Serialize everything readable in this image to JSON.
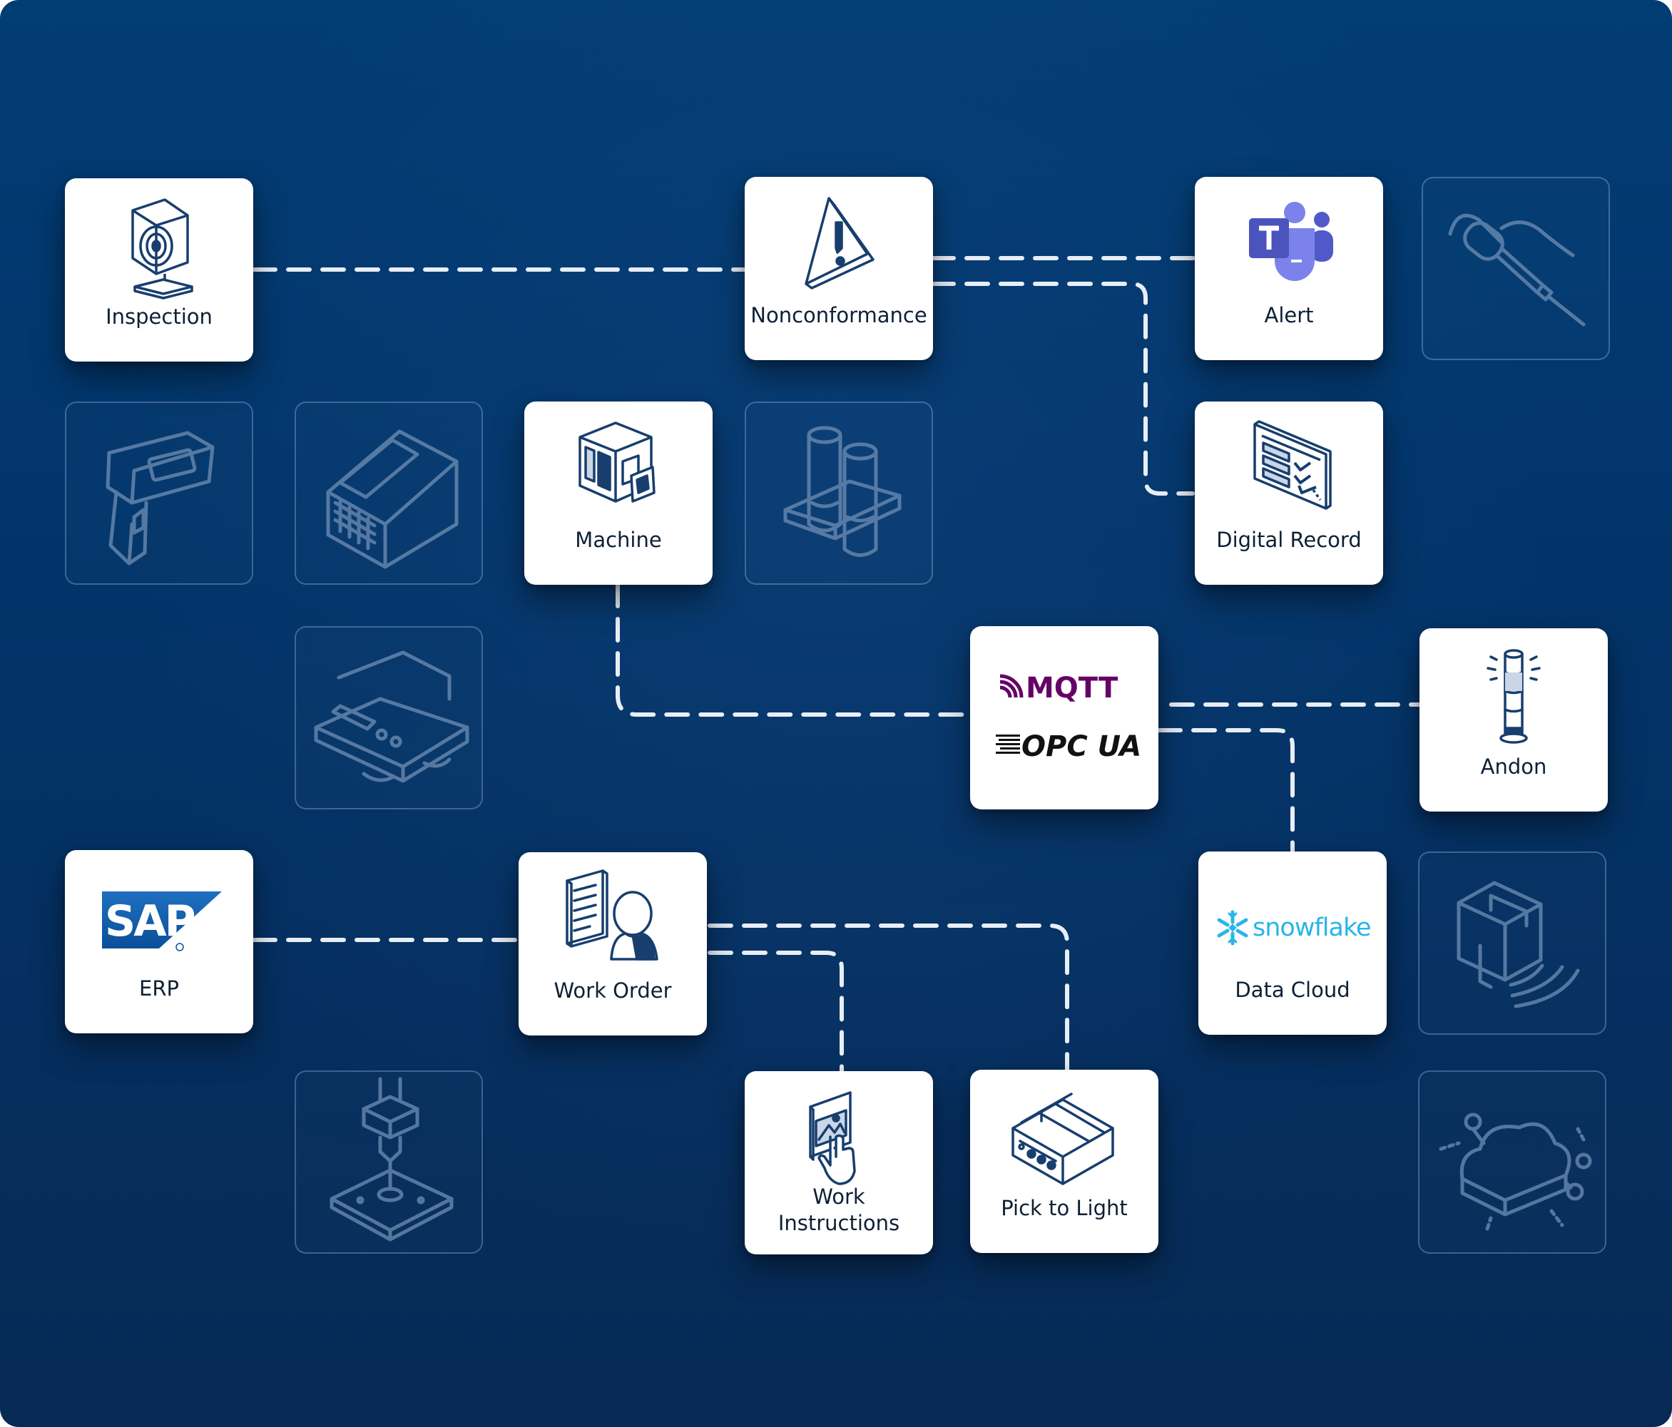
{
  "colors": {
    "background": "#02386e",
    "card": "#ffffff",
    "card_text": "#0e2035",
    "icon_stroke": "#173e6e",
    "connector": "#e8eef6",
    "ghost_outline": "#8caacd",
    "mqtt": "#660066",
    "sap": "#1a5aa6",
    "snowflake": "#29b5e8",
    "teams": "#5059c9"
  },
  "nodes": [
    {
      "id": "inspection",
      "label": "Inspection",
      "icon": "camera-icon"
    },
    {
      "id": "nonconformance",
      "label": "Nonconformance",
      "icon": "warning-icon"
    },
    {
      "id": "alert",
      "label": "Alert",
      "icon": "teams-icon"
    },
    {
      "id": "machine",
      "label": "Machine",
      "icon": "machine-icon"
    },
    {
      "id": "digital_record",
      "label": "Digital Record",
      "icon": "checklist-icon"
    },
    {
      "id": "protocols",
      "label": "",
      "icon": "mqtt-opcua-logo",
      "logo_texts": [
        "MQTT",
        "OPC UA"
      ]
    },
    {
      "id": "andon",
      "label": "Andon",
      "icon": "andon-light-icon"
    },
    {
      "id": "erp",
      "label": "ERP",
      "icon": "sap-logo",
      "logo_text": "SAP"
    },
    {
      "id": "work_order",
      "label": "Work Order",
      "icon": "work-order-icon"
    },
    {
      "id": "data_cloud",
      "label": "Data Cloud",
      "icon": "snowflake-logo",
      "logo_text": "snowflake"
    },
    {
      "id": "work_instructions",
      "label": "Work\nInstructions",
      "icon": "touch-screen-icon"
    },
    {
      "id": "pick_to_light",
      "label": "Pick to Light",
      "icon": "pick-bins-icon"
    }
  ],
  "inactive_devices": [
    "soldering-iron-icon",
    "barcode-scanner-icon",
    "label-printer-icon",
    "test-tube-rack-icon",
    "scale-icon",
    "rfid-reader-icon",
    "cnc-drill-icon",
    "cloud-network-icon"
  ],
  "connections": [
    [
      "inspection",
      "nonconformance"
    ],
    [
      "nonconformance",
      "alert"
    ],
    [
      "nonconformance",
      "digital_record"
    ],
    [
      "machine",
      "protocols"
    ],
    [
      "protocols",
      "andon"
    ],
    [
      "protocols",
      "data_cloud"
    ],
    [
      "erp",
      "work_order"
    ],
    [
      "work_order",
      "work_instructions"
    ],
    [
      "work_order",
      "pick_to_light"
    ]
  ]
}
